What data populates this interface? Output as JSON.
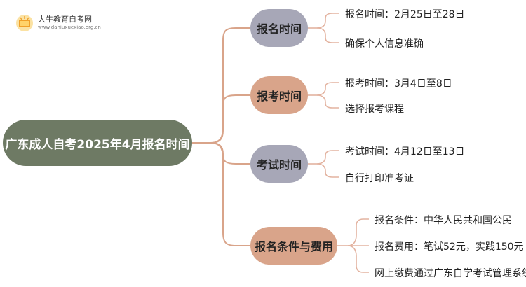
{
  "logo": {
    "title": "大牛教育自考网",
    "url": "www.daniuxuexiao.org.cn",
    "icon": "book-icon"
  },
  "root": {
    "label": "广东成人自考2025年4月报名时间"
  },
  "branches": [
    {
      "label": "报名时间",
      "children": [
        "报名时间：2月25日至28日",
        "确保个人信息准确"
      ]
    },
    {
      "label": "报考时间",
      "children": [
        "报考时间：3月4日至8日",
        "选择报考课程"
      ]
    },
    {
      "label": "考试时间",
      "children": [
        "考试时间：4月12日至13日",
        "自行打印准考证"
      ]
    },
    {
      "label": "报名条件与费用",
      "children": [
        "报名条件：中华人民共和国公民",
        "报名费用：笔试52元，实践150元",
        "网上缴费通过广东自学考试管理系统"
      ]
    }
  ],
  "colors": {
    "root": "#6e7a64",
    "branch_gray": "#a7a7b7",
    "branch_tan": "#d9a48a",
    "connector": "#d9a48a",
    "leaf_connector": "#e3b3a0"
  }
}
